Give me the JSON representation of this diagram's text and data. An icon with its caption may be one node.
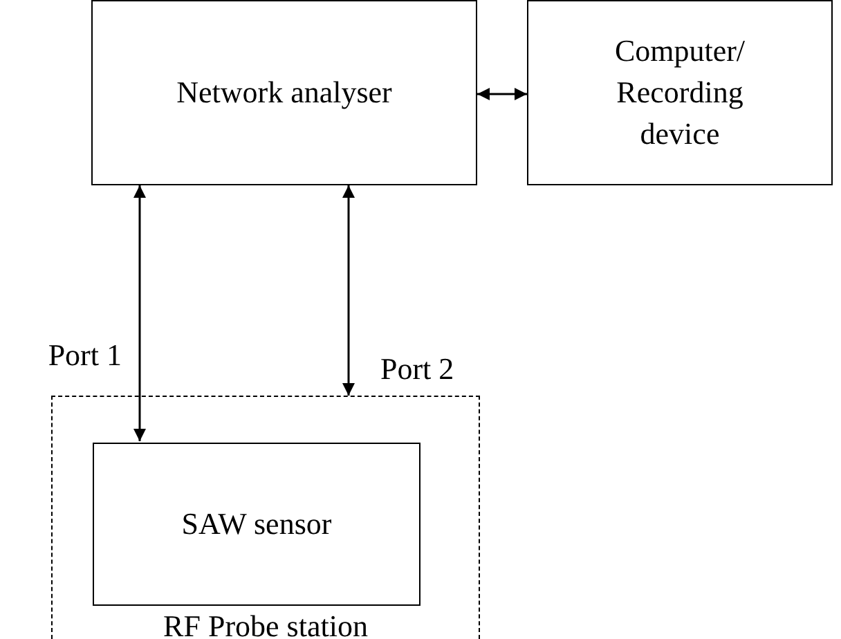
{
  "diagram": {
    "nodes": [
      {
        "text": [
          "Network analyser"
        ]
      },
      {
        "text": [
          "Computer/ Recording device"
        ]
      },
      {
        "text": [
          "RF Probe station"
        ]
      },
      {
        "text": [
          "SAW sensor"
        ],
        "in": 2
      }
    ],
    "edges": [
      {
        "from": 0,
        "to": 1,
        "arrow": "both"
      },
      {
        "from": 0,
        "to": 3,
        "arrow": "both",
        "label": "Port 1"
      },
      {
        "from": 0,
        "to": 2,
        "arrow": "both",
        "label": "Port 2"
      }
    ]
  }
}
